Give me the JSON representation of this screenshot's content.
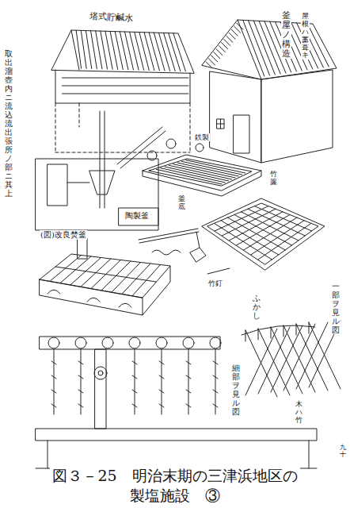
{
  "diagram": {
    "caption": "図３－25　明治末期の三津浜地区の製塩施設　③",
    "labels": [
      "塔式貯鹹水",
      "釜屋ノ構造",
      "屋根ハ藁葺キ",
      "取出溜壺内ニ流込 流出張所ノ部ニ其上",
      "陶製釜",
      "(図)改良焚釜",
      "鉄製",
      "竹簾",
      "釜底",
      "竹釘",
      "ふかし",
      "一部ヲ見ル図",
      "細部ヲ見ル図",
      "木ハ竹",
      "九十"
    ]
  }
}
